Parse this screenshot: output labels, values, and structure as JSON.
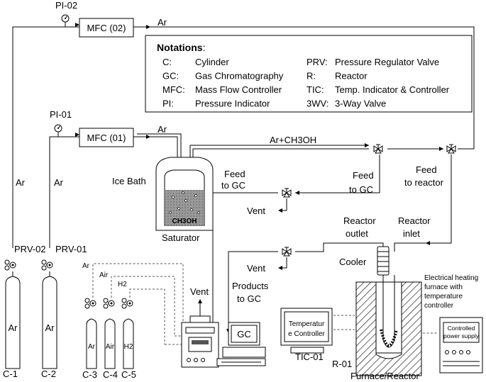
{
  "labels": {
    "pi02": "PI-02",
    "pi01": "PI-01",
    "mfc02": "MFC (02)",
    "mfc01": "MFC (01)",
    "ar_top": "Ar",
    "ar_mfc01": "Ar",
    "ar_ch3oh": "Ar+CH3OH",
    "ar_left1": "Ar",
    "ar_left2": "Ar",
    "ice_bath": "Ice Bath",
    "ch3oh": "CH3OH",
    "saturator": "Saturator",
    "feed_gc_1a": "Feed",
    "feed_gc_1b": "to GC",
    "feed_gc_2a": "Feed",
    "feed_gc_2b": "to GC",
    "feed_reactor_a": "Feed",
    "feed_reactor_b": "to reactor",
    "vent1": "Vent",
    "vent2": "Vent",
    "vent3": "Vent",
    "reactor_outlet_a": "Reactor",
    "reactor_outlet_b": "outlet",
    "reactor_inlet_a": "Reactor",
    "reactor_inlet_b": "inlet",
    "cooler": "Cooler",
    "prv02": "PRV-02",
    "prv01": "PRV-01",
    "products_a": "Products",
    "products_b": "to GC",
    "gc": "GC",
    "tic_a": "Temperatur",
    "tic_b": "e Controller",
    "tic01": "TIC-01",
    "r01": "R-01",
    "furnace_reactor": "Furnace/Reactor",
    "furnace_note_1": "Electrical heating",
    "furnace_note_2": "furnace with",
    "furnace_note_3": "temperature",
    "furnace_note_4": "controller",
    "power_a": "Controlled",
    "power_b": "power supply",
    "c1": "C-1",
    "c2": "C-2",
    "c3": "C-3",
    "c4": "C-4",
    "c5": "C-5",
    "cyl_ar_big1": "Ar",
    "cyl_ar_big2": "Ar",
    "cyl_ar_small": "Ar",
    "cyl_air_small": "Air",
    "cyl_h2_small": "H2",
    "line_ar_small": "Ar",
    "line_air_small": "Air",
    "line_h2_small": "H2"
  },
  "notations": {
    "title": "Notations",
    "title_suffix": ":",
    "left": [
      {
        "abbr": "C:",
        "desc": "Cylinder"
      },
      {
        "abbr": "GC:",
        "desc": "Gas Chromatography"
      },
      {
        "abbr": "MFC:",
        "desc": "Mass Flow Controller"
      },
      {
        "abbr": "PI:",
        "desc": "Pressure Indicator"
      }
    ],
    "right": [
      {
        "abbr": "PRV:",
        "desc": "Pressure Regulator Valve"
      },
      {
        "abbr": "R:",
        "desc": "Reactor"
      },
      {
        "abbr": "TIC:",
        "desc": "Temp. Indicator & Controller"
      },
      {
        "abbr": "3WV:",
        "desc": "3-Way Valve"
      }
    ]
  }
}
